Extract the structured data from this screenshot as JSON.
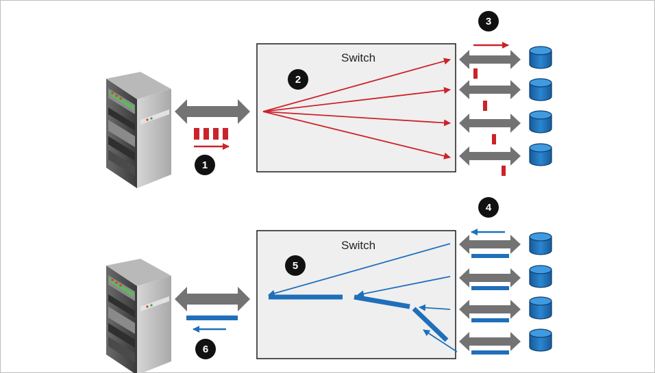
{
  "top": {
    "switch_label": "Switch",
    "badges": [
      "1",
      "2",
      "3"
    ],
    "color": "#cc2229"
  },
  "bottom": {
    "switch_label": "Switch",
    "badges": [
      "4",
      "5",
      "6"
    ],
    "color": "#1f6fba"
  },
  "colors": {
    "switch_fill": "#efefef",
    "connector": "#707070",
    "disk": "#1f78c0",
    "badge": "#111111"
  },
  "icons": {
    "server": "server-icon",
    "disk": "database-disk-icon",
    "link": "double-arrow-link-icon"
  }
}
